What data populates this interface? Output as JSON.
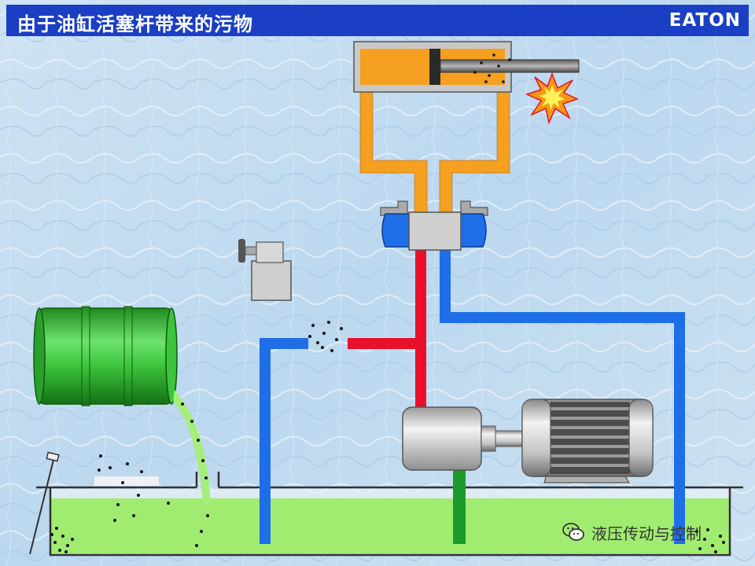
{
  "slide": {
    "title": "由于油缸活塞杆带来的污物",
    "logo": "EATON"
  },
  "watermark": {
    "text": "液压传动与控制",
    "icon": "wechat-icon"
  },
  "colors": {
    "title_bar": "#1a3ec4",
    "pressure_line": "#e8102a",
    "return_line": "#1e6ee8",
    "cylinder_line": "#f5a020",
    "oil": "#a0ec70",
    "drum": "#3cc43c",
    "suction_line": "#1c9a2c"
  }
}
